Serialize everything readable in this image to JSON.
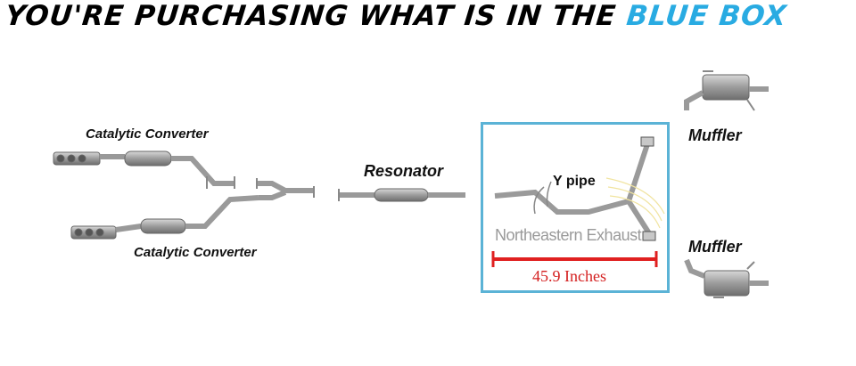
{
  "headline": {
    "prefix": "YOU'RE PURCHASING WHAT IS IN THE ",
    "highlight": "BLUE BOX"
  },
  "parts": {
    "catalytic_converter_1": "Catalytic Converter",
    "catalytic_converter_2": "Catalytic Converter",
    "resonator": "Resonator",
    "y_pipe": "Y pipe",
    "muffler_1": "Muffler",
    "muffler_2": "Muffler"
  },
  "watermark": "Northeastern Exhaust",
  "measurement": "45.9 Inches",
  "colors": {
    "accent": "#29abe2",
    "box_border": "#5bb3d6",
    "measure_line": "#e02020",
    "pipe": "#a9a9a9"
  }
}
